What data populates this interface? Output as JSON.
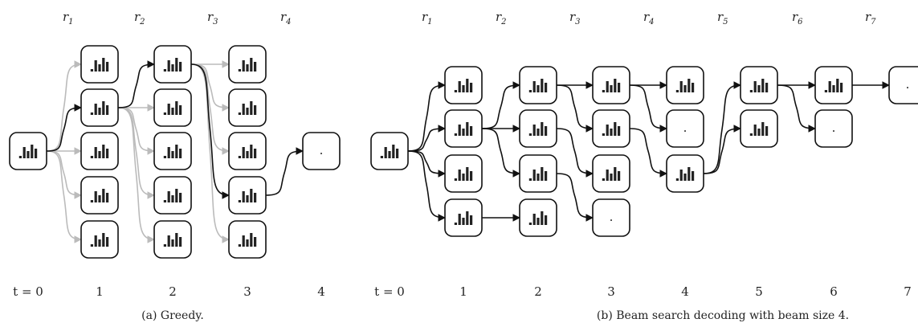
{
  "panel_a": {
    "caption": "(a) Greedy.",
    "round_labels": [
      {
        "base": "r",
        "sub": "1"
      },
      {
        "base": "r",
        "sub": "2"
      },
      {
        "base": "r",
        "sub": "3"
      },
      {
        "base": "r",
        "sub": "4"
      }
    ],
    "time_labels": [
      "t = 0",
      "1",
      "2",
      "3",
      "4"
    ]
  },
  "panel_b": {
    "caption": "(b) Beam search decoding with beam size 4.",
    "round_labels": [
      {
        "base": "r",
        "sub": "1"
      },
      {
        "base": "r",
        "sub": "2"
      },
      {
        "base": "r",
        "sub": "3"
      },
      {
        "base": "r",
        "sub": "4"
      },
      {
        "base": "r",
        "sub": "5"
      },
      {
        "base": "r",
        "sub": "6"
      },
      {
        "base": "r",
        "sub": "7"
      }
    ],
    "time_labels": [
      "t = 0",
      "1",
      "2",
      "3",
      "4",
      "5",
      "6",
      "7"
    ]
  },
  "terminal_symbol": ".",
  "colors": {
    "selected_edge": "#111111",
    "unselected_edge": "#bbbbbb"
  }
}
